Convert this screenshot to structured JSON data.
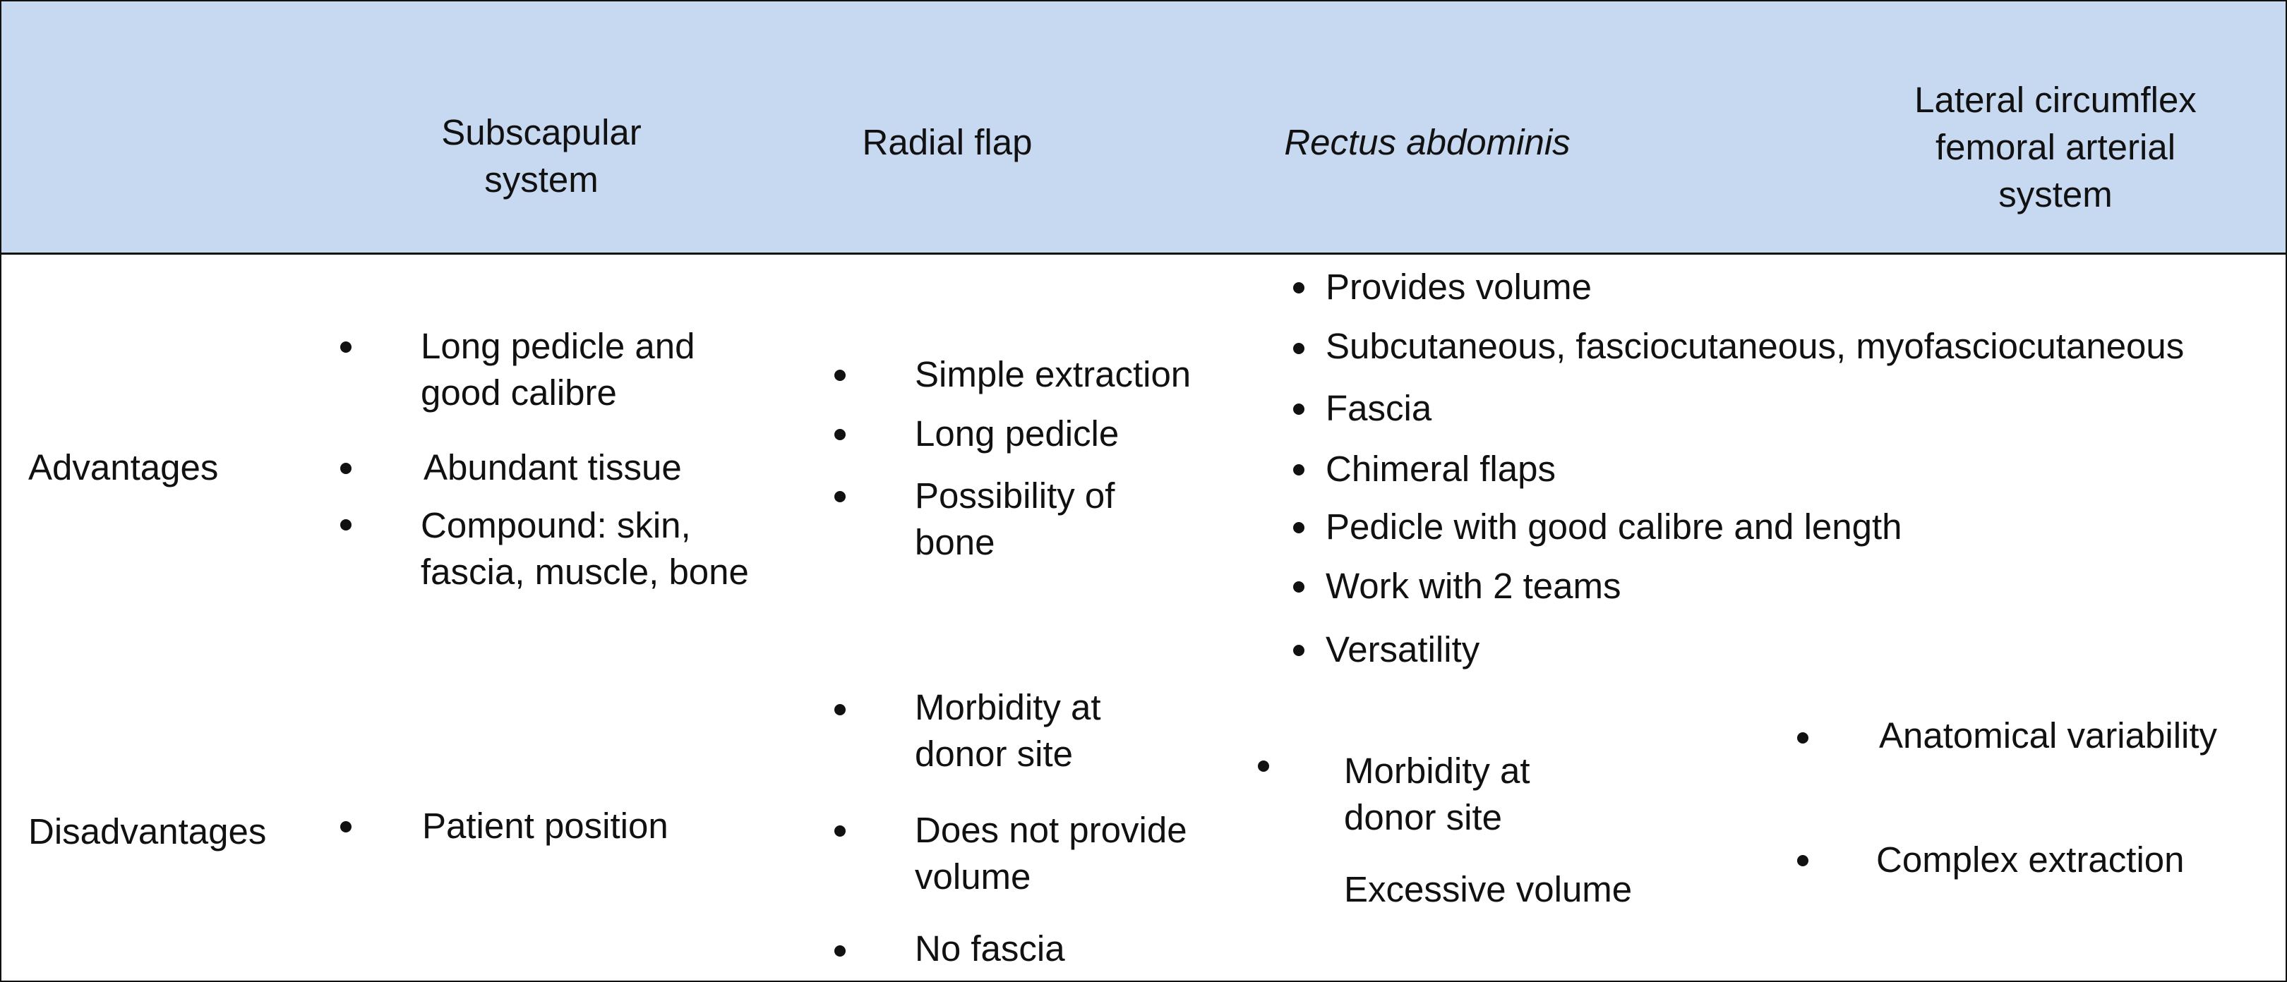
{
  "table": {
    "columns": [
      "",
      "Subscapular system",
      "Radial flap",
      "Rectus abdominis",
      "Lateral circumflex femoral arterial system"
    ],
    "column_lines": {
      "subscapular": [
        "Subscapular",
        "system"
      ],
      "radial": [
        "Radial flap"
      ],
      "rectus": [
        "Rectus abdominis"
      ],
      "lateral": [
        "Lateral circumflex",
        "femoral arterial",
        "system"
      ]
    },
    "rows": [
      {
        "label": "Advantages",
        "subscapular": [
          [
            "Long pedicle and",
            "good calibre"
          ],
          [
            "Abundant tissue"
          ],
          [
            "Compound: skin,",
            "fascia, muscle, bone"
          ]
        ],
        "radial": [
          [
            "Simple extraction"
          ],
          [
            "Long pedicle"
          ],
          [
            "Possibility of",
            "bone"
          ]
        ],
        "rectus_and_lateral": [
          "Provides volume",
          "Subcutaneous, fasciocutaneous, myofasciocutaneous",
          "Fascia",
          "Chimeral flaps",
          "Pedicle with good calibre and length",
          "Work with 2 teams",
          "Versatility"
        ]
      },
      {
        "label": "Disadvantages",
        "subscapular": [
          [
            "Patient position"
          ]
        ],
        "radial": [
          [
            "Morbidity at",
            "donor site"
          ],
          [
            "Does not provide",
            "volume"
          ],
          [
            "No fascia"
          ]
        ],
        "rectus": [
          [
            "Morbidity at",
            "donor site"
          ],
          [
            "Excessive volume"
          ]
        ],
        "lateral": [
          [
            "Anatomical variability"
          ],
          [
            "Complex extraction"
          ]
        ]
      }
    ]
  }
}
